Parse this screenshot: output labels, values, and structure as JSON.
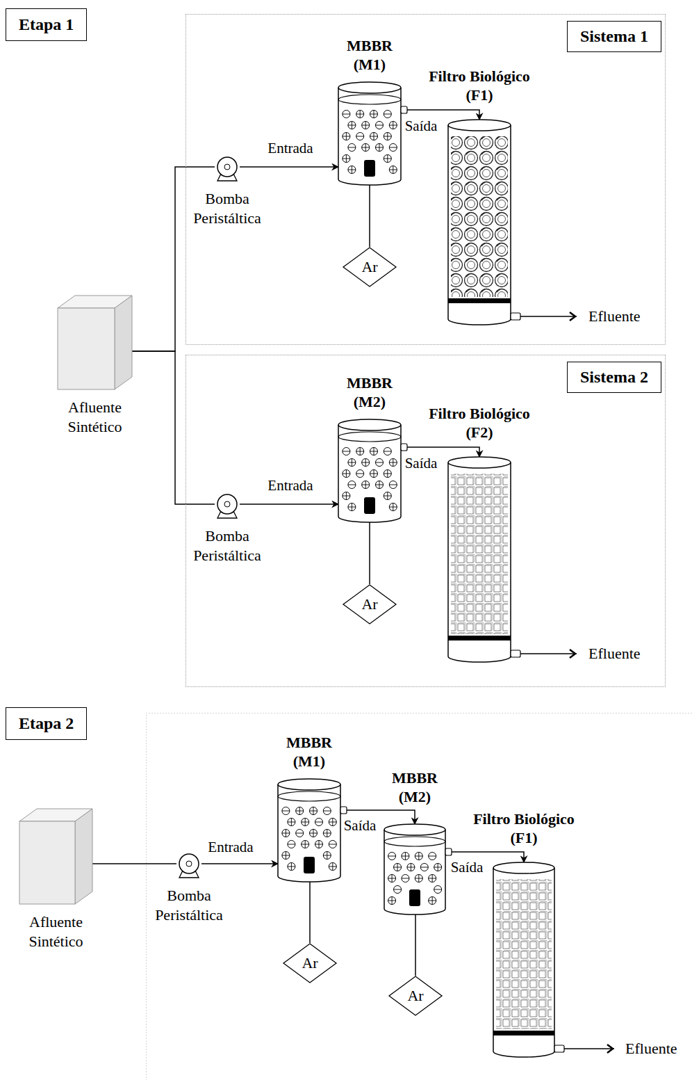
{
  "diagram": {
    "nodes": [
      {
        "text": [
          "Etapa 1"
        ]
      },
      {
        "text": [
          "Afluente Sintético"
        ]
      },
      {
        "text": [
          "Sistema 1"
        ]
      },
      {
        "text": [
          "Bomba Peristáltica"
        ],
        "in": 2
      },
      {
        "text": [
          "MBBR (M1)"
        ],
        "in": 2
      },
      {
        "text": [
          "Filtro Biológico (F1)"
        ],
        "in": 2
      },
      {
        "text": [
          "Ar"
        ],
        "in": 2
      },
      {
        "text": [
          "Sistema 2"
        ]
      },
      {
        "text": [
          "Bomba Peristáltica"
        ],
        "in": 7
      },
      {
        "text": [
          "MBBR (M2)"
        ],
        "in": 7
      },
      {
        "text": [
          "Filtro Biológico (F2)"
        ],
        "in": 7
      },
      {
        "text": [
          "Ar"
        ],
        "in": 7
      },
      {
        "text": [
          "Etapa 2"
        ]
      },
      {
        "text": [
          "Afluente Sintético"
        ]
      },
      {
        "text": [
          "Bomba Peristáltica"
        ]
      },
      {
        "text": [
          "MBBR (M1)"
        ]
      },
      {
        "text": [
          "MBBR (M2)"
        ]
      },
      {
        "text": [
          "Filtro Biológico (F1)"
        ]
      },
      {
        "text": [
          "Ar"
        ]
      },
      {
        "text": [
          "Ar"
        ]
      }
    ],
    "edges": [
      {
        "from": 1,
        "to": 3,
        "arrow": "none"
      },
      {
        "from": 1,
        "to": 8,
        "arrow": "none"
      },
      {
        "from": 3,
        "to": 4,
        "arrow": "to",
        "label": "Entrada"
      },
      {
        "from": 4,
        "to": 5,
        "arrow": "to",
        "label": "Saída"
      },
      {
        "from": 6,
        "to": 4,
        "arrow": "none"
      },
      {
        "from": 8,
        "to": 9,
        "arrow": "to",
        "label": "Entrada"
      },
      {
        "from": 9,
        "to": 10,
        "arrow": "to",
        "label": "Saída"
      },
      {
        "from": 11,
        "to": 9,
        "arrow": "none"
      },
      {
        "from": 13,
        "to": 14,
        "arrow": "none"
      },
      {
        "from": 14,
        "to": 15,
        "arrow": "to",
        "label": "Entrada"
      },
      {
        "from": 15,
        "to": 16,
        "arrow": "to",
        "label": "Saída"
      },
      {
        "from": 16,
        "to": 17,
        "arrow": "to",
        "label": "Saída"
      },
      {
        "from": 18,
        "to": 15,
        "arrow": "none"
      },
      {
        "from": 19,
        "to": 16,
        "arrow": "none"
      }
    ],
    "labels": [
      "Efluente",
      "Efluente",
      "Efluente"
    ]
  }
}
